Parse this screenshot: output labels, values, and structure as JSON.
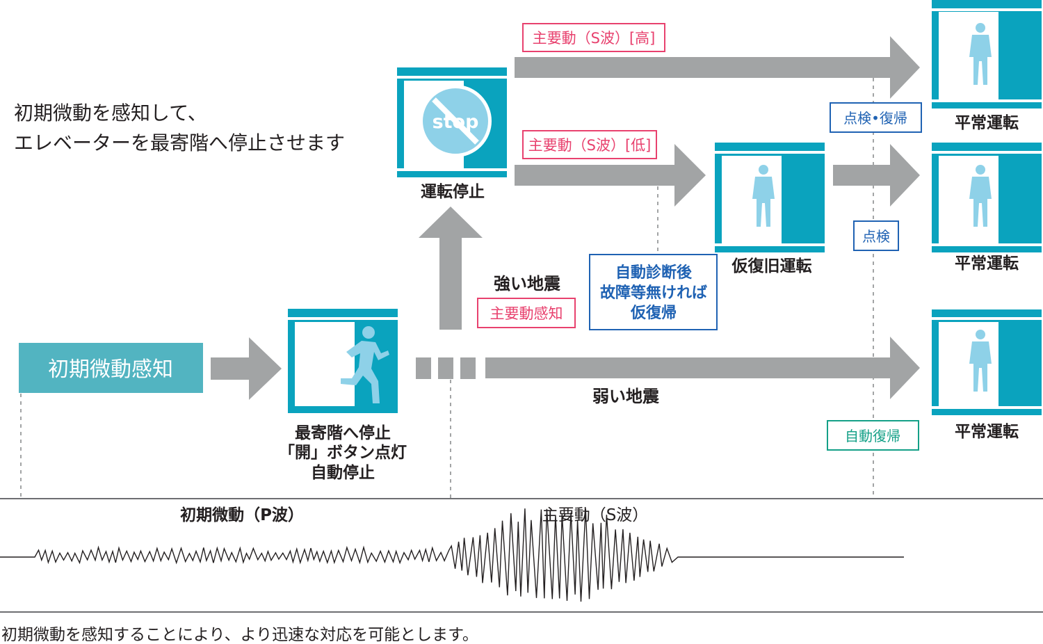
{
  "intro": {
    "line1": "初期微動を感知して、",
    "line2": "エレベーターを最寄階へ停止させます"
  },
  "detect_box": {
    "label": "初期微動感知"
  },
  "nearest_floor": {
    "line1": "最寄階へ停止",
    "line2": "「開」ボタン点灯",
    "line3": "自動停止"
  },
  "stop_car": {
    "icon_text": "stop",
    "label": "運転停止"
  },
  "strong_quake": {
    "label": "強い地震",
    "tag": "主要動感知"
  },
  "weak_quake": {
    "label": "弱い地震"
  },
  "route_high": {
    "tag": "主要動（S波）[高]"
  },
  "route_low": {
    "tag": "主要動（S波）[低]"
  },
  "temp_restore": {
    "label": "仮復旧運転"
  },
  "diagnosis": {
    "line1": "自動診断後",
    "line2": "故障等無ければ",
    "line3": "仮復帰"
  },
  "badges": {
    "inspect_restore": "点検•復帰",
    "inspect": "点検",
    "auto_restore": "自動復帰"
  },
  "normal_top": {
    "label": "平常運転"
  },
  "normal_mid": {
    "label": "平常運転"
  },
  "normal_bottom": {
    "label": "平常運転"
  },
  "waves": {
    "p_wave": "初期微動（P波）",
    "s_wave": "主要動（S波）"
  },
  "footer": {
    "text": "初期微動を感知することにより、より迅速な対応を可能とします。"
  },
  "colors": {
    "teal": "#0aa3be",
    "teal_box": "#52b4c1",
    "person": "#8ed1e8",
    "arrow_gray": "#a2a4a5",
    "pink": "#e8416e",
    "blue": "#1f62b3",
    "green": "#14a087",
    "text": "#231f20"
  }
}
